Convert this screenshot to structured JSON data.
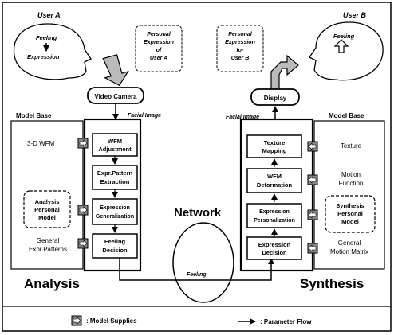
{
  "users": {
    "a": "User A",
    "b": "User B"
  },
  "heads": {
    "a_feeling": "Feeling",
    "a_expression": "Expression",
    "b_feeling": "Feeling"
  },
  "personal_expression": {
    "a": [
      "Personal",
      "Expression",
      "of",
      "User A"
    ],
    "b": [
      "Personal",
      "Expression",
      "for",
      "User B"
    ]
  },
  "devices": {
    "video_camera": "Video Camera",
    "display": "Display"
  },
  "facial_image": {
    "left": "Facial Image",
    "right": "Facial Image"
  },
  "analysis": {
    "model_base_title": "Model Base",
    "model_items": {
      "wfm": "3-D WFM",
      "personal_model": [
        "Analysis",
        "Personal",
        "Model"
      ],
      "general": [
        "General",
        "Expr.Patterns"
      ]
    },
    "steps": [
      [
        "WFM",
        "Adjustment"
      ],
      [
        "Expr.Pattern",
        "Extraction"
      ],
      [
        "Expression",
        "Generalization"
      ],
      [
        "Feeling",
        "Decision"
      ]
    ],
    "label": "Analysis"
  },
  "synthesis": {
    "model_base_title": "Model Base",
    "model_items": {
      "texture": "Texture",
      "motion": [
        "Motion",
        "Function"
      ],
      "personal_model": [
        "Synthesis",
        "Personal",
        "Model"
      ],
      "general": [
        "General",
        "Motion Matrix"
      ]
    },
    "steps": [
      [
        "Texture",
        "Mapping"
      ],
      [
        "WFM",
        "Deformation"
      ],
      [
        "Expression",
        "Personalization"
      ],
      [
        "Expression",
        "Decision"
      ]
    ],
    "label": "Synthesis"
  },
  "network": {
    "label": "Network",
    "feeling": "Feeling"
  },
  "legend": {
    "model_supplies": ": Model Supplies",
    "parameter_flow": ": Parameter Flow"
  }
}
